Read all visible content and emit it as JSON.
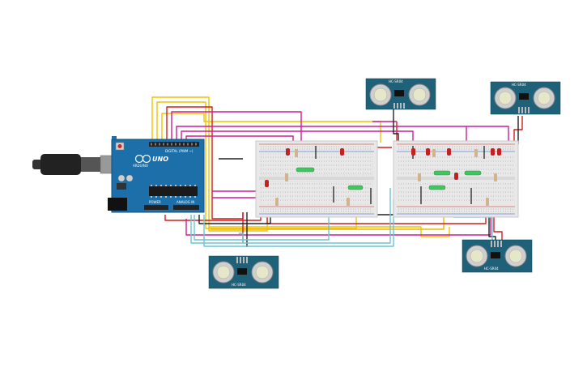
{
  "arduino": {
    "model": "UNO",
    "brand_logo": "ARDUINO",
    "header_digital": "DIGITAL (PWM ~)",
    "header_power": "POWER",
    "header_analog": "ANALOG IN"
  },
  "sensors": [
    {
      "id": "sensor-1",
      "label": "HC-SR04"
    },
    {
      "id": "sensor-2",
      "label": "HC-SR04"
    },
    {
      "id": "sensor-3",
      "label": "HC-SR04"
    },
    {
      "id": "sensor-4",
      "label": "HC-SR04"
    }
  ],
  "colors": {
    "arduino_board": "#1c6fa8",
    "sensor_board": "#1f6178",
    "breadboard": "#e8e8e8",
    "wire_yellow": "#f2c200",
    "wire_red": "#d21f1f",
    "wire_magenta": "#cc1f8f",
    "wire_black": "#222222",
    "wire_cyan": "#6cc4d4",
    "led_red": "#c52020",
    "led_green": "#3cc85a"
  }
}
